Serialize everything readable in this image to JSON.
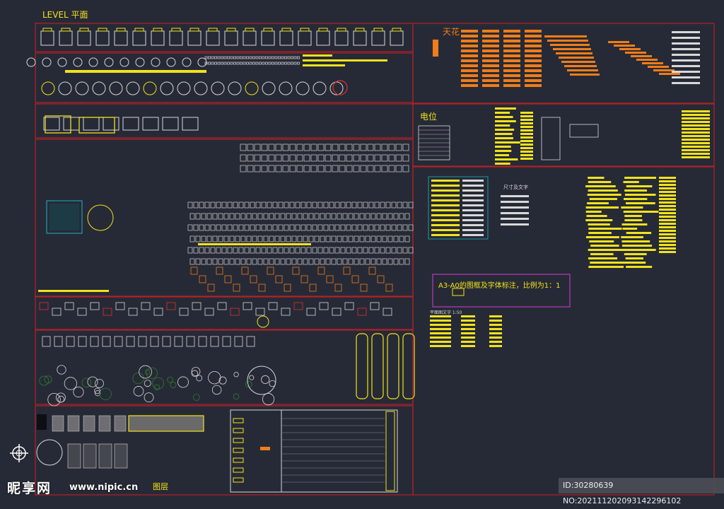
{
  "drawing": {
    "title": "LEVEL 平面",
    "labels": {
      "ceiling": "天花",
      "electrical": "电位",
      "dim_text": "尺寸及文字",
      "paper_scale_note": "A3-A0的图框及字体标注，比例为1：1",
      "plan_text_small": "平面图文字 1:50",
      "layers_caption": "图层"
    },
    "colors": {
      "background": "#262a36",
      "frame_red": "#b42228",
      "note_border": "#b93cb9",
      "block_white": "#d8d8d8",
      "block_yellow": "#f2e21c",
      "block_orange": "#f07d1a",
      "block_green": "#2f7d2f",
      "block_cyan": "#19b4c8",
      "block_red": "#e03030"
    }
  },
  "watermark": {
    "logo_text": "昵享网",
    "site": "www.nipic.cn"
  },
  "image_id": "ID:30280639 NO:20211120209314229610​2"
}
